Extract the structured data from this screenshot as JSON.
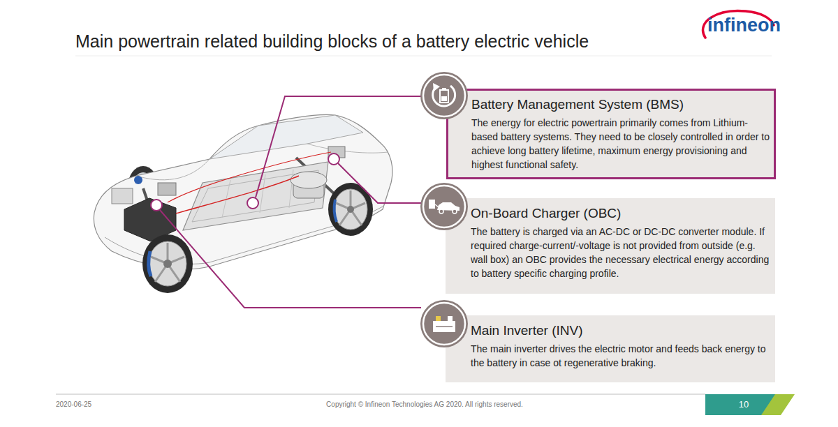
{
  "diagram": {
    "title": "Main powertrain related building blocks of a battery electric vehicle",
    "nodes": [
      {
        "text": [
          "Battery Management System (BMS)",
          "The energy for electric powertrain primarily comes from Lithium-based battery systems. They need to be closely controlled in order to achieve long battery lifetime, maximum energy provisioning and highest functional safety."
        ]
      },
      {
        "text": [
          "On-Board Charger (OBC)",
          "The battery is charged via an AC-DC or DC-DC converter module. If required charge-current/-voltage is not provided from outside (e.g. wall box) an OBC provides the necessary electrical energy according to battery specific charging profile."
        ]
      },
      {
        "text": [
          "Main Inverter (INV)",
          "The main inverter drives the electric motor and feeds back energy to the battery in case ot regenerative braking."
        ]
      }
    ],
    "labels": [
      "infineon",
      "2020-06-25",
      "Copyright © Infineon Technologies AG 2020. All rights reserved.",
      "10"
    ]
  }
}
